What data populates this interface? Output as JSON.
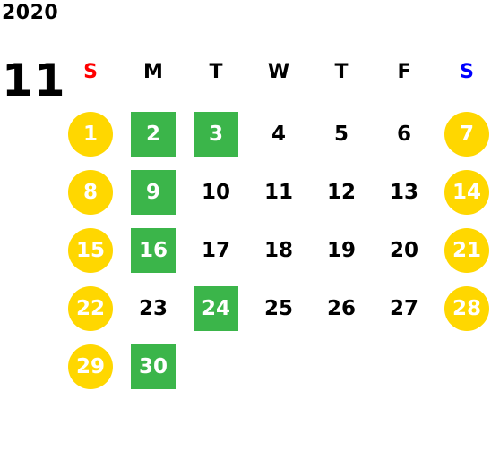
{
  "calendar": {
    "year": "2020",
    "month": "11",
    "weekdays": [
      {
        "label": "S",
        "color": "#ff0000"
      },
      {
        "label": "M",
        "color": "#000000"
      },
      {
        "label": "T",
        "color": "#000000"
      },
      {
        "label": "W",
        "color": "#000000"
      },
      {
        "label": "T",
        "color": "#000000"
      },
      {
        "label": "F",
        "color": "#000000"
      },
      {
        "label": "S",
        "color": "#0000ff"
      }
    ],
    "highlight_colors": {
      "weekend_circle": "#ffd700",
      "event_box": "#3bb54a"
    },
    "days": [
      {
        "day": "1",
        "style": "circle"
      },
      {
        "day": "2",
        "style": "box"
      },
      {
        "day": "3",
        "style": "box"
      },
      {
        "day": "4",
        "style": "plain"
      },
      {
        "day": "5",
        "style": "plain"
      },
      {
        "day": "6",
        "style": "plain"
      },
      {
        "day": "7",
        "style": "circle"
      },
      {
        "day": "8",
        "style": "circle"
      },
      {
        "day": "9",
        "style": "box"
      },
      {
        "day": "10",
        "style": "plain"
      },
      {
        "day": "11",
        "style": "plain"
      },
      {
        "day": "12",
        "style": "plain"
      },
      {
        "day": "13",
        "style": "plain"
      },
      {
        "day": "14",
        "style": "circle"
      },
      {
        "day": "15",
        "style": "circle"
      },
      {
        "day": "16",
        "style": "box"
      },
      {
        "day": "17",
        "style": "plain"
      },
      {
        "day": "18",
        "style": "plain"
      },
      {
        "day": "19",
        "style": "plain"
      },
      {
        "day": "20",
        "style": "plain"
      },
      {
        "day": "21",
        "style": "circle"
      },
      {
        "day": "22",
        "style": "circle"
      },
      {
        "day": "23",
        "style": "plain"
      },
      {
        "day": "24",
        "style": "box"
      },
      {
        "day": "25",
        "style": "plain"
      },
      {
        "day": "26",
        "style": "plain"
      },
      {
        "day": "27",
        "style": "plain"
      },
      {
        "day": "28",
        "style": "circle"
      },
      {
        "day": "29",
        "style": "circle"
      },
      {
        "day": "30",
        "style": "box"
      }
    ]
  }
}
